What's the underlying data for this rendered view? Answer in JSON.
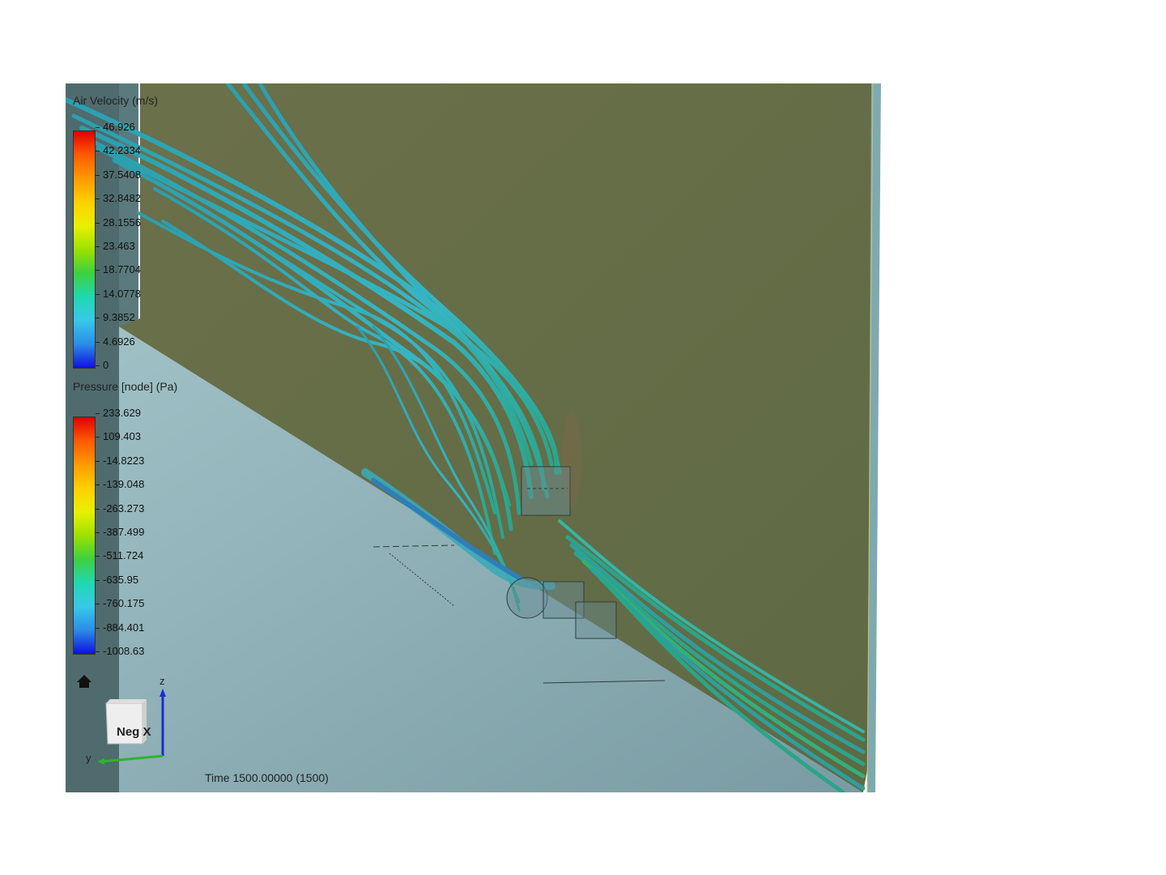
{
  "legends": {
    "velocity": {
      "title": "Air Velocity (m/s)",
      "labels": [
        "46.926",
        "42.2334",
        "37.5408",
        "32.8482",
        "28.1556",
        "23.463",
        "18.7704",
        "14.0778",
        "9.3852",
        "4.6926",
        "0"
      ]
    },
    "pressure": {
      "title": "Pressure [node] (Pa)",
      "labels": [
        "233.629",
        "109.403",
        "-14.8223",
        "-139.048",
        "-263.273",
        "-387.499",
        "-511.724",
        "-635.95",
        "-760.175",
        "-884.401",
        "-1008.63"
      ]
    }
  },
  "view_cube": {
    "face_label": "Neg X",
    "axis_z": "z",
    "axis_y": "y"
  },
  "home_icon": "home-icon",
  "time_label": "Time 1500.00000 (1500)",
  "colors": {
    "ground_plane": "#8fb1b7",
    "back_plane": "#616a45",
    "streamline": "#2fa7b7",
    "streamline_fast": "#3cb07a",
    "axis_z": "#1a2dcf",
    "axis_y": "#2bb52b"
  }
}
